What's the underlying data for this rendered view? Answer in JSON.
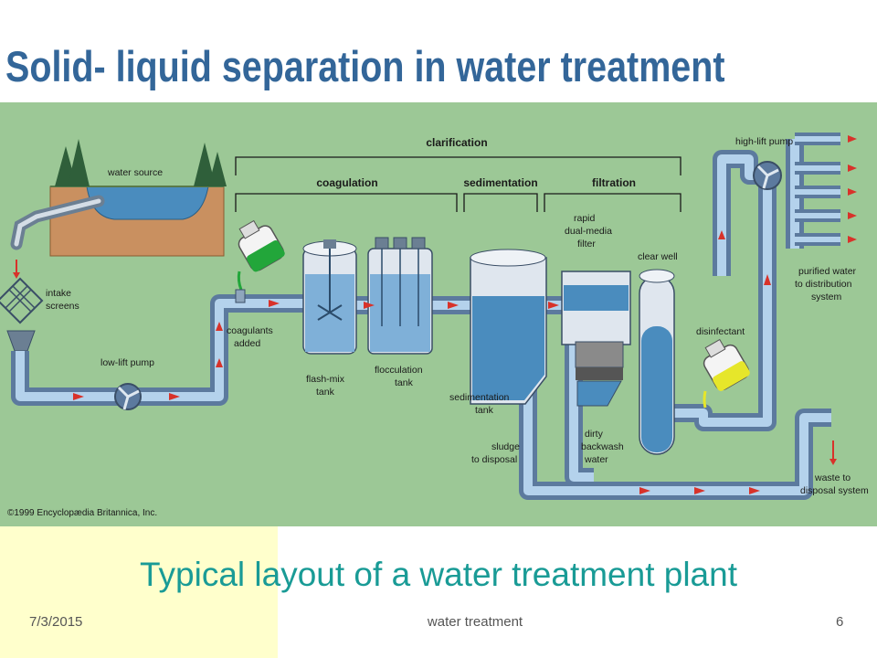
{
  "slide": {
    "title": "Solid- liquid separation in water treatment",
    "caption": "Typical layout of a water treatment plant",
    "footer_date": "7/3/2015",
    "footer_center": "water treatment",
    "page_number": "6"
  },
  "diagram": {
    "sections": {
      "clarification": "clarification",
      "coagulation": "coagulation",
      "sedimentation": "sedimentation",
      "filtration": "filtration"
    },
    "labels": {
      "water_source": "water source",
      "intake_1": "intake",
      "intake_2": "screens",
      "low_lift_pump": "low-lift pump",
      "coagulants_1": "coagulants",
      "coagulants_2": "added",
      "flash_mix_1": "flash-mix",
      "flash_mix_2": "tank",
      "flocculation_1": "flocculation",
      "flocculation_2": "tank",
      "sed_tank_1": "sedimentation",
      "sed_tank_2": "tank",
      "sludge_1": "sludge",
      "sludge_2": "to disposal",
      "rapid_1": "rapid",
      "rapid_2": "dual-media",
      "rapid_3": "filter",
      "clear_well": "clear well",
      "disinfectant": "disinfectant",
      "dirty_1": "dirty",
      "dirty_2": "backwash",
      "dirty_3": "water",
      "high_lift_pump": "high-lift pump",
      "purified_1": "purified water",
      "purified_2": "to distribution",
      "purified_3": "system",
      "waste_1": "waste to",
      "waste_2": "disposal system",
      "copyright": "©1999 Encyclopædia Britannica, Inc."
    },
    "colors": {
      "background": "#9cc896",
      "pipe": "#5c7a9e",
      "pipe_light": "#b4d2ec",
      "water": "#4a8cbe",
      "earth": "#c99060",
      "flow_arrow": "#d8322a",
      "chemical_green": "#22a63a",
      "chemical_yellow": "#e6e62a"
    }
  }
}
